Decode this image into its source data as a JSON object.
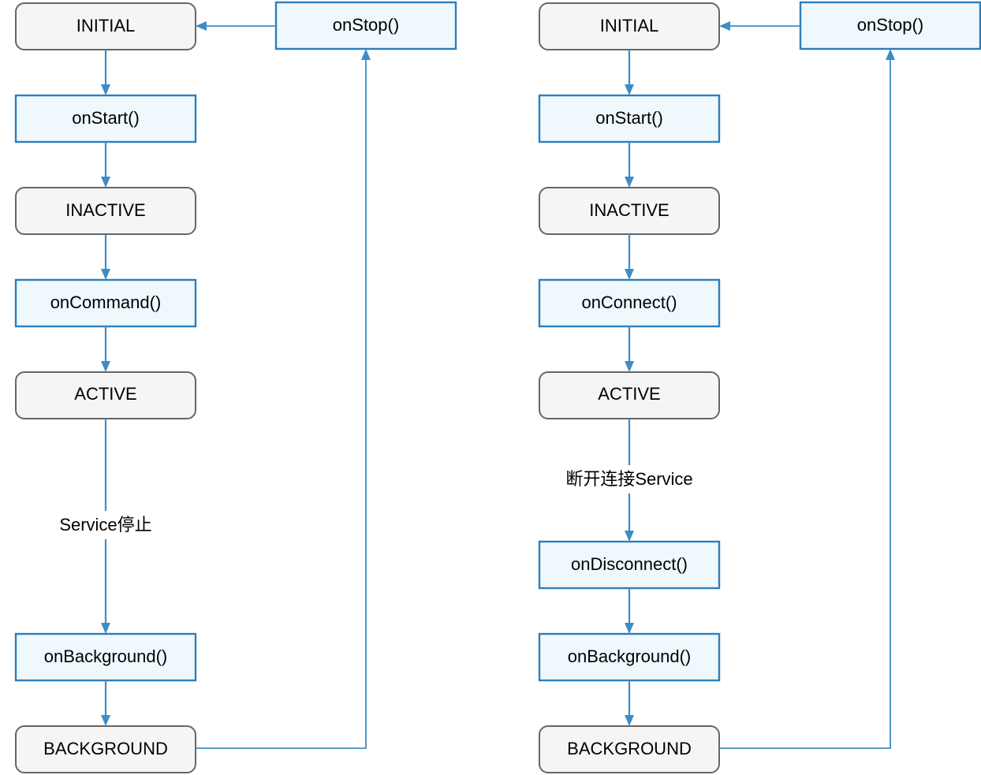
{
  "diagram": {
    "type": "state-machine-flowchart",
    "background_color": "#ffffff",
    "accent_color": "#3c8dc5",
    "state_fill": "#f5f5f5",
    "state_border": "#666666",
    "callback_fill": "#eff8fd",
    "callback_border": "#2e7ebb"
  },
  "columns": [
    {
      "id": "started-service",
      "nodes": [
        {
          "id": "l-initial",
          "kind": "state",
          "label": "INITIAL"
        },
        {
          "id": "l-onstart",
          "kind": "callback",
          "label": "onStart()"
        },
        {
          "id": "l-inactive",
          "kind": "state",
          "label": "INACTIVE"
        },
        {
          "id": "l-oncommand",
          "kind": "callback",
          "label": "onCommand()"
        },
        {
          "id": "l-active",
          "kind": "state",
          "label": "ACTIVE"
        },
        {
          "id": "l-onbackground",
          "kind": "callback",
          "label": "onBackground()"
        },
        {
          "id": "l-background",
          "kind": "state",
          "label": "BACKGROUND"
        },
        {
          "id": "l-onstop",
          "kind": "callback",
          "label": "onStop()"
        }
      ],
      "edge_labels": [
        {
          "id": "l-edge-stop",
          "label": "Service停止",
          "from": "l-active",
          "to": "l-onbackground"
        }
      ],
      "edges": [
        {
          "from": "l-initial",
          "to": "l-onstart"
        },
        {
          "from": "l-onstart",
          "to": "l-inactive"
        },
        {
          "from": "l-inactive",
          "to": "l-oncommand"
        },
        {
          "from": "l-oncommand",
          "to": "l-active"
        },
        {
          "from": "l-active",
          "to": "l-onbackground"
        },
        {
          "from": "l-onbackground",
          "to": "l-background"
        },
        {
          "from": "l-background",
          "to": "l-onstop"
        },
        {
          "from": "l-onstop",
          "to": "l-initial"
        }
      ]
    },
    {
      "id": "bound-service",
      "nodes": [
        {
          "id": "r-initial",
          "kind": "state",
          "label": "INITIAL"
        },
        {
          "id": "r-onstart",
          "kind": "callback",
          "label": "onStart()"
        },
        {
          "id": "r-inactive",
          "kind": "state",
          "label": "INACTIVE"
        },
        {
          "id": "r-onconnect",
          "kind": "callback",
          "label": "onConnect()"
        },
        {
          "id": "r-active",
          "kind": "state",
          "label": "ACTIVE"
        },
        {
          "id": "r-ondisconnect",
          "kind": "callback",
          "label": "onDisconnect()"
        },
        {
          "id": "r-onbackground",
          "kind": "callback",
          "label": "onBackground()"
        },
        {
          "id": "r-background",
          "kind": "state",
          "label": "BACKGROUND"
        },
        {
          "id": "r-onstop",
          "kind": "callback",
          "label": "onStop()"
        }
      ],
      "edge_labels": [
        {
          "id": "r-edge-disconnect",
          "label": "断开连接Service",
          "from": "r-active",
          "to": "r-ondisconnect"
        }
      ],
      "edges": [
        {
          "from": "r-initial",
          "to": "r-onstart"
        },
        {
          "from": "r-onstart",
          "to": "r-inactive"
        },
        {
          "from": "r-inactive",
          "to": "r-onconnect"
        },
        {
          "from": "r-onconnect",
          "to": "r-active"
        },
        {
          "from": "r-active",
          "to": "r-ondisconnect"
        },
        {
          "from": "r-ondisconnect",
          "to": "r-onbackground"
        },
        {
          "from": "r-onbackground",
          "to": "r-background"
        },
        {
          "from": "r-background",
          "to": "r-onstop"
        },
        {
          "from": "r-onstop",
          "to": "r-initial"
        }
      ]
    }
  ]
}
